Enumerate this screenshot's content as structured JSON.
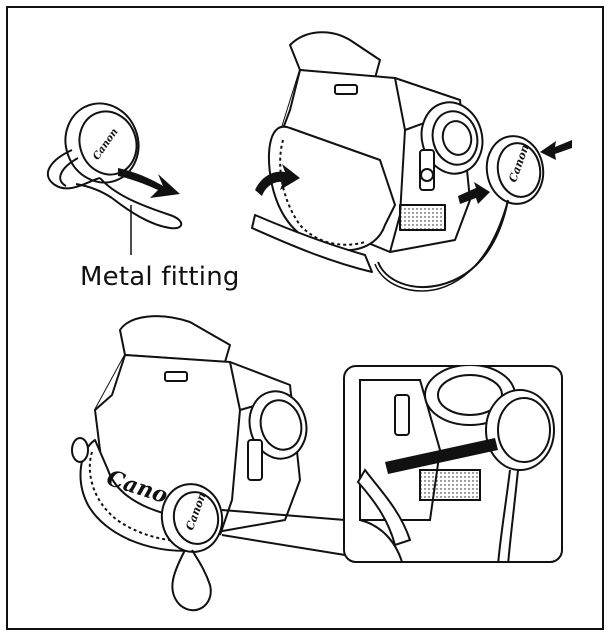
{
  "callout": {
    "label": "Metal fitting"
  },
  "brand": {
    "main_strap": "Canon",
    "cap_small": "Canon",
    "cap_top": "Canon",
    "cap_bottom": "Canon"
  },
  "colors": {
    "ink": "#111111",
    "background": "#ffffff"
  }
}
